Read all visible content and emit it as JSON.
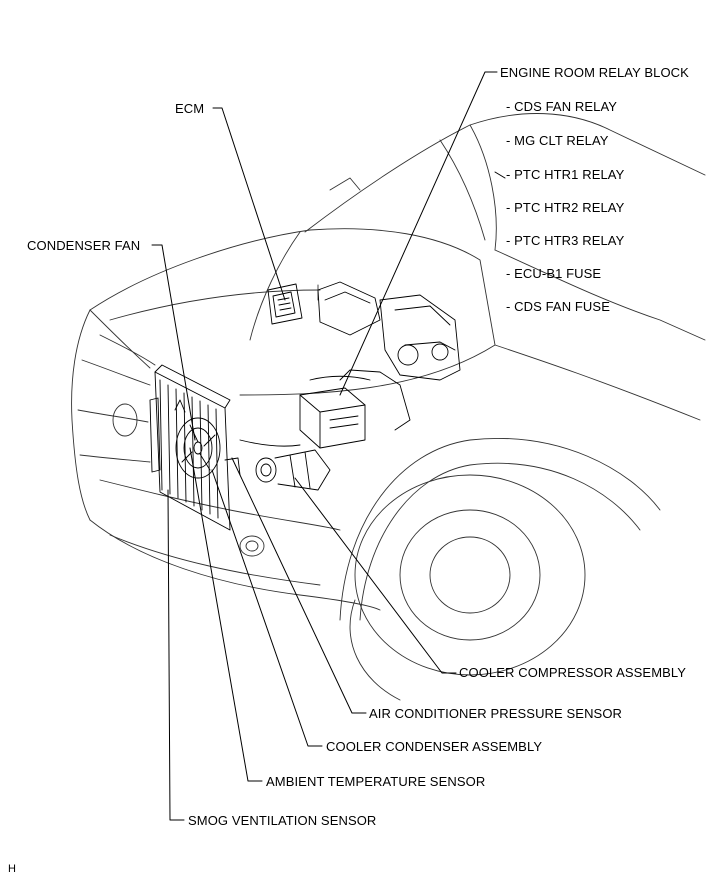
{
  "diagram": {
    "labels": {
      "engine_room_relay_block": "ENGINE ROOM RELAY BLOCK",
      "ecm": "ECM",
      "condenser_fan": "CONDENSER FAN",
      "cooler_compressor_assembly": "COOLER COMPRESSOR ASSEMBLY",
      "air_conditioner_pressure_sensor": "AIR CONDITIONER PRESSURE SENSOR",
      "cooler_condenser_assembly": "COOLER CONDENSER ASSEMBLY",
      "ambient_temperature_sensor": "AMBIENT TEMPERATURE SENSOR",
      "smog_ventilation_sensor": "SMOG VENTILATION SENSOR"
    },
    "relay_block_items": [
      "- CDS FAN RELAY",
      "- MG CLT RELAY",
      "- PTC HTR1 RELAY",
      "- PTC HTR2 RELAY",
      "- PTC HTR3 RELAY",
      "- ECU-B1 FUSE",
      "- CDS FAN FUSE"
    ],
    "figure_code": "H",
    "line_color": "#000000",
    "background_color": "#ffffff"
  }
}
